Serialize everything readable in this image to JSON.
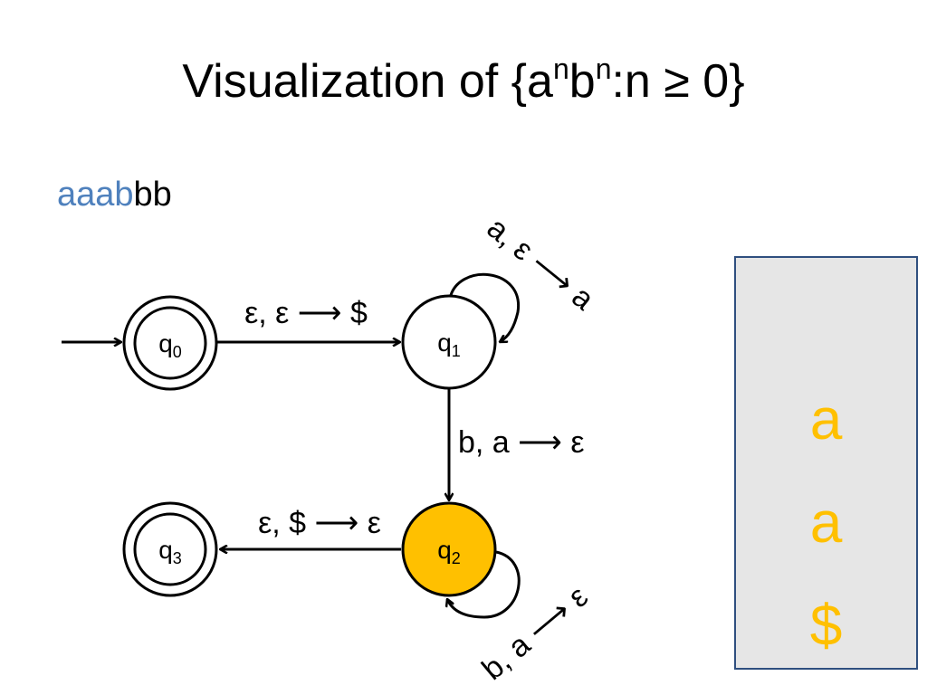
{
  "title": {
    "prefix": "Visualization of {a",
    "sup1": "n",
    "mid": "b",
    "sup2": "n",
    "suffix": ":n ≥ 0}"
  },
  "input": {
    "consumed": "aaab",
    "remaining": "bb"
  },
  "states": {
    "q0": {
      "name": "q",
      "sub": "0",
      "accepting": true,
      "start": true,
      "active": false
    },
    "q1": {
      "name": "q",
      "sub": "1",
      "accepting": false,
      "active": false
    },
    "q2": {
      "name": "q",
      "sub": "2",
      "accepting": false,
      "active": true
    },
    "q3": {
      "name": "q",
      "sub": "3",
      "accepting": true,
      "active": false
    }
  },
  "transitions": {
    "q0_q1": "ε, ε ⟶ $",
    "q1_loop": "a, ε ⟶ a",
    "q1_q2": "b, a ⟶ ε",
    "q2_q3": "ε, $ ⟶ ε",
    "q2_loop": "b, a ⟶ ε"
  },
  "stack": [
    "a",
    "a",
    "$"
  ],
  "colors": {
    "consumed": "#4f81bd",
    "active_state": "#ffc000",
    "stack_text": "#ffc000",
    "stack_bg": "#e6e6e6",
    "stack_border": "#2f4f7f"
  }
}
